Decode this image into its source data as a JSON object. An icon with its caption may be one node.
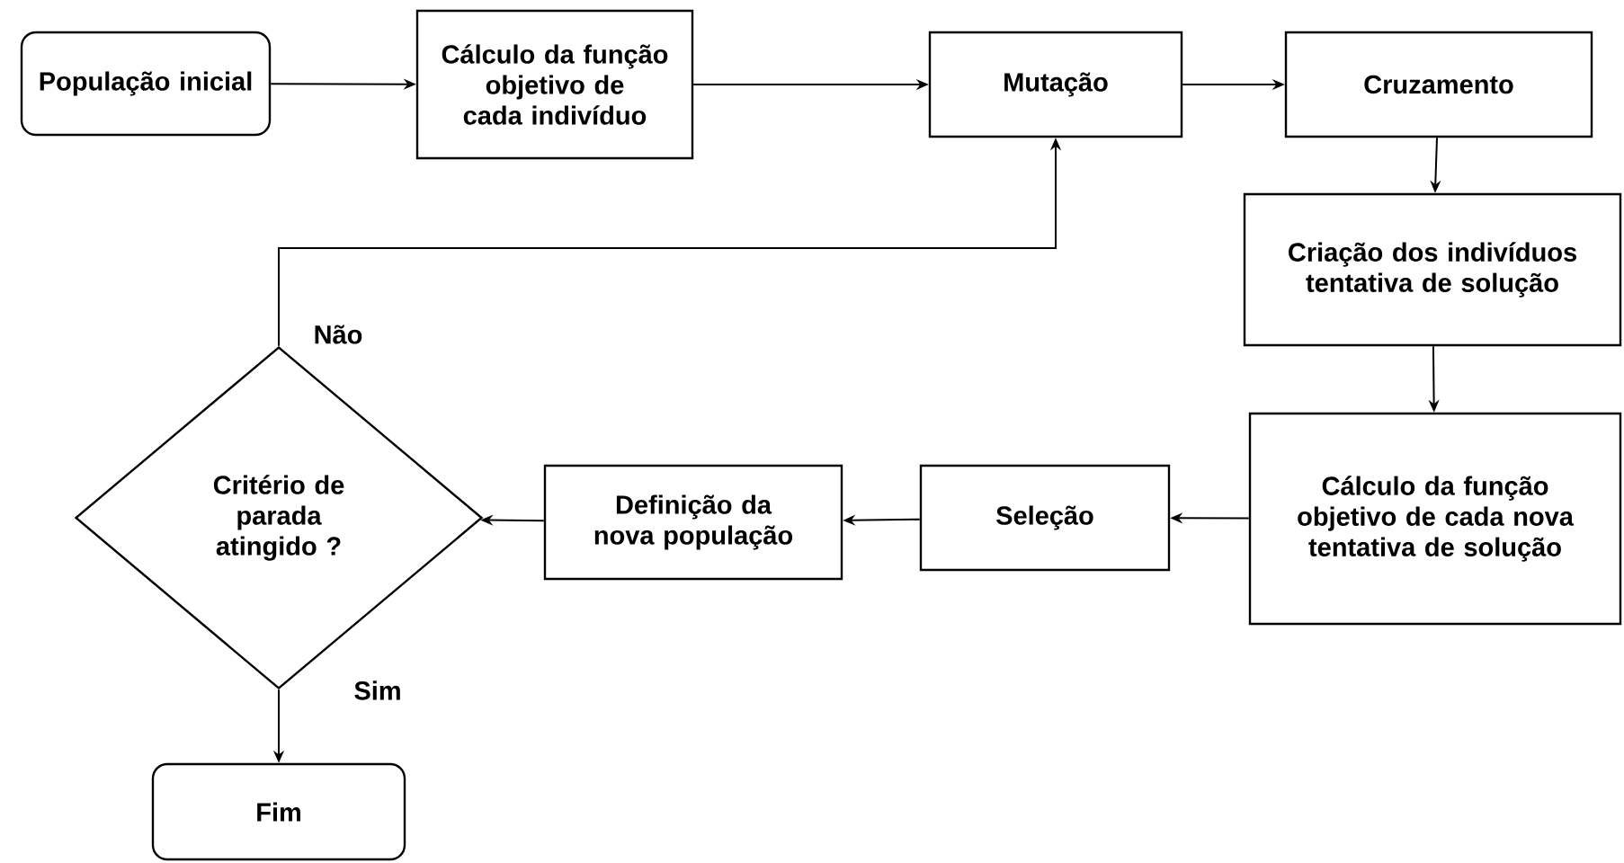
{
  "diagram": {
    "nodes": [
      {
        "text": [
          "População inicial"
        ]
      },
      {
        "text": [
          "Cálculo da função objetivo de cada indivíduo"
        ]
      },
      {
        "text": [
          "Mutação"
        ]
      },
      {
        "text": [
          "Cruzamento"
        ]
      },
      {
        "text": [
          "Criação dos indivíduos tentativa de solução"
        ]
      },
      {
        "text": [
          "Cálculo da função objetivo de cada nova tentativa de solução"
        ]
      },
      {
        "text": [
          "Seleção"
        ]
      },
      {
        "text": [
          "Definição da nova população"
        ]
      },
      {
        "text": [
          "Critério de parada atingido ?"
        ]
      },
      {
        "text": [
          "Fim"
        ]
      }
    ],
    "edges": [
      {
        "from": 0,
        "to": 1,
        "arrow": "to"
      },
      {
        "from": 1,
        "to": 2,
        "arrow": "to"
      },
      {
        "from": 2,
        "to": 3,
        "arrow": "to"
      },
      {
        "from": 3,
        "to": 4,
        "arrow": "to"
      },
      {
        "from": 4,
        "to": 5,
        "arrow": "to"
      },
      {
        "from": 5,
        "to": 6,
        "arrow": "to"
      },
      {
        "from": 6,
        "to": 7,
        "arrow": "to"
      },
      {
        "from": 7,
        "to": 8,
        "arrow": "to"
      },
      {
        "from": 8,
        "to": 2,
        "arrow": "to",
        "label": "Não"
      },
      {
        "from": 8,
        "to": 9,
        "arrow": "to",
        "label": "Sim"
      }
    ]
  }
}
